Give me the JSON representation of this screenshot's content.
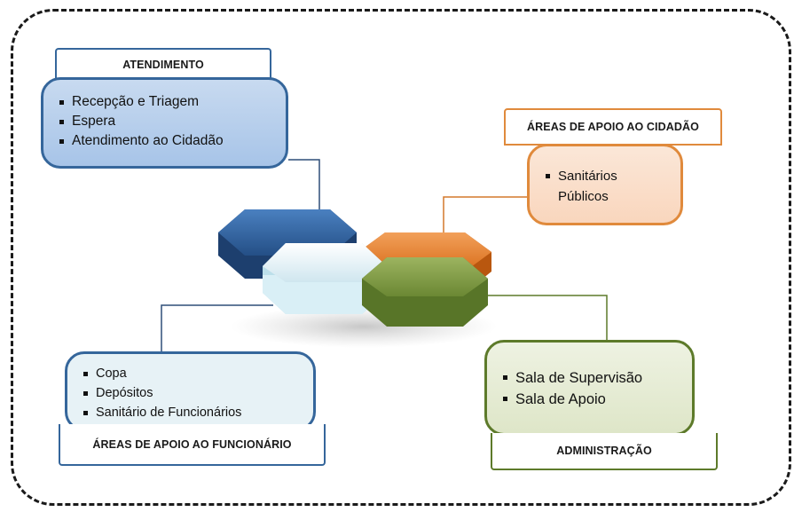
{
  "sections": {
    "atendimento": {
      "title": "ATENDIMENTO",
      "items": [
        "Recepção e Triagem",
        "Espera",
        "Atendimento ao Cidadão"
      ]
    },
    "apoio_cidadao": {
      "title": "ÁREAS DE APOIO AO CIDADÃO",
      "items": [
        "Sanitários Públicos"
      ]
    },
    "apoio_funcionario": {
      "title": "ÁREAS DE APOIO AO FUNCIONÁRIO",
      "items": [
        "Copa",
        "Depósitos",
        "Sanitário de Funcionários"
      ]
    },
    "administracao": {
      "title": "ADMINISTRAÇÃO",
      "items": [
        "Sala de Supervisão",
        "Sala de Apoio"
      ]
    }
  },
  "colors": {
    "atendimento": "#2e5f93",
    "apoio_cidadao": "#e07f2c",
    "apoio_funcionario": "#c8e6ef",
    "administracao": "#6f8c36"
  }
}
